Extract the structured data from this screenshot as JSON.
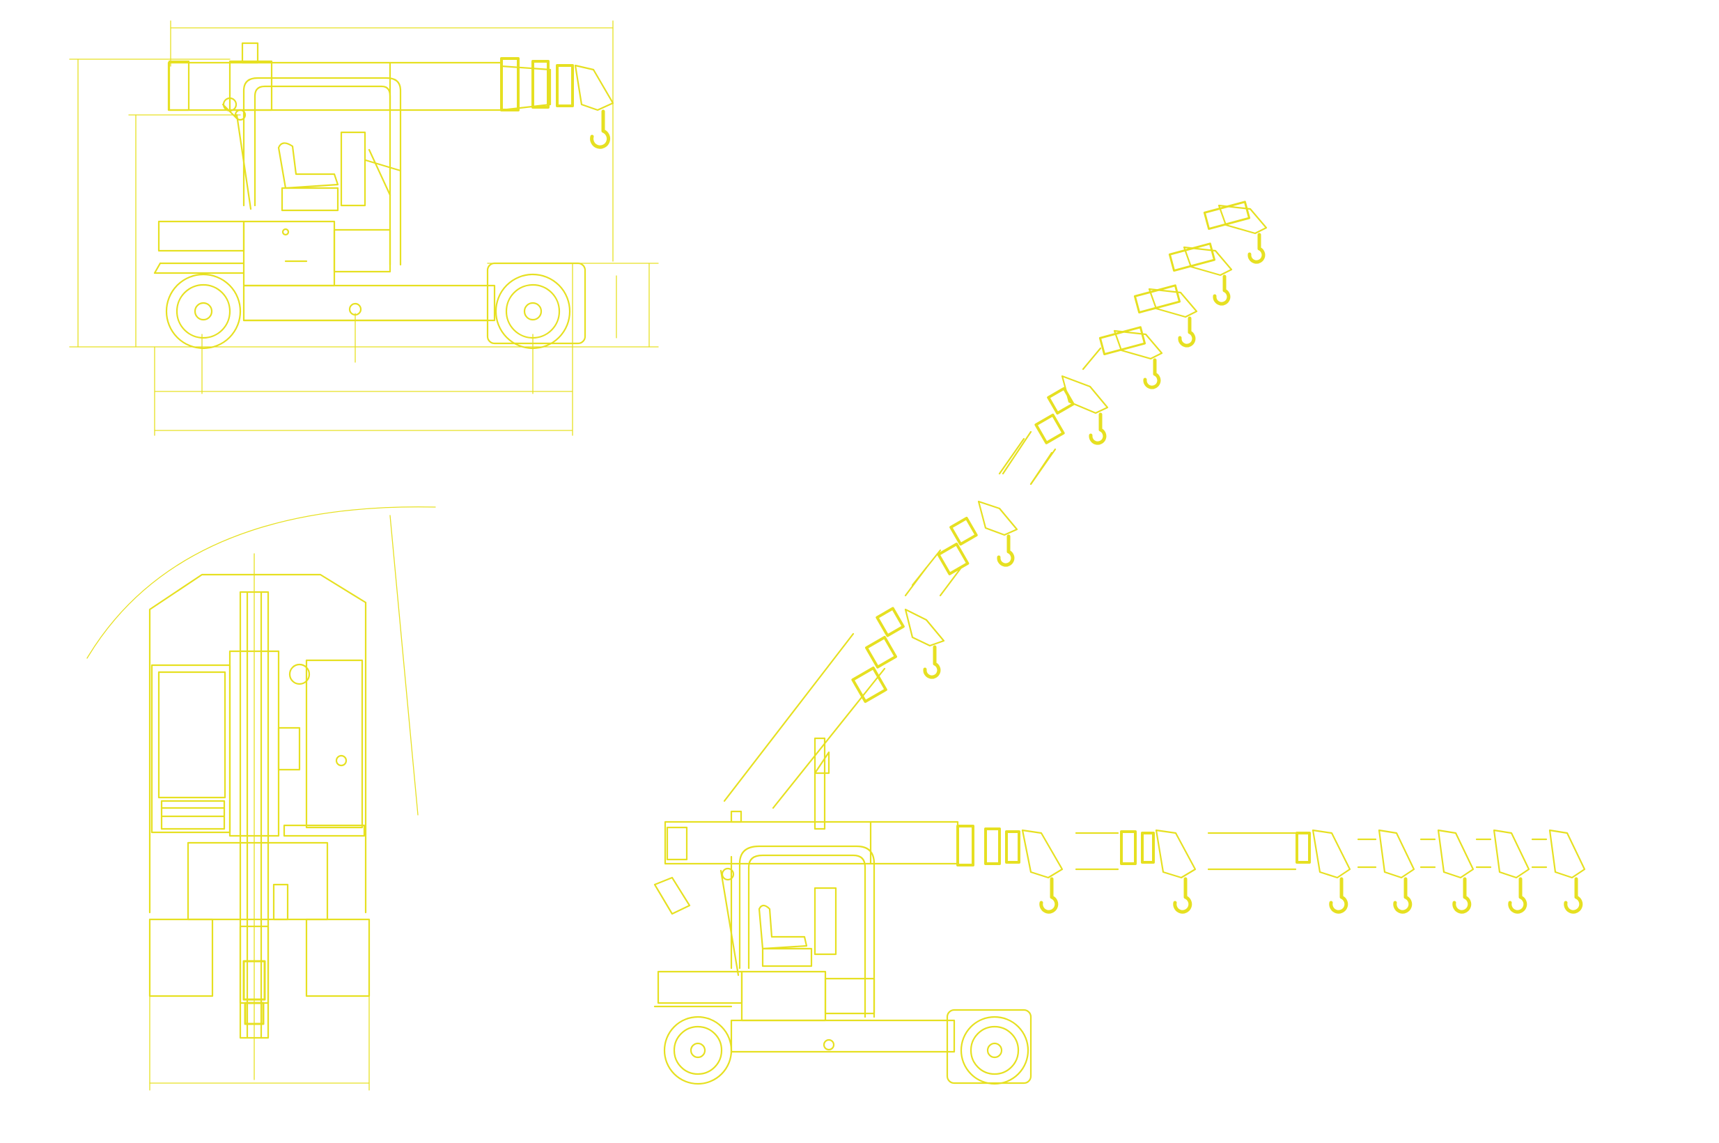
{
  "drawing": {
    "line_color": "#E6E021",
    "background": "#FFFFFF",
    "views": [
      "side-view-retracted",
      "top-view",
      "side-view-extension-positions"
    ],
    "boom_angles_deg": [
      58,
      53,
      48,
      43,
      38,
      33,
      0
    ],
    "horizontal_extension_stages": 7
  }
}
